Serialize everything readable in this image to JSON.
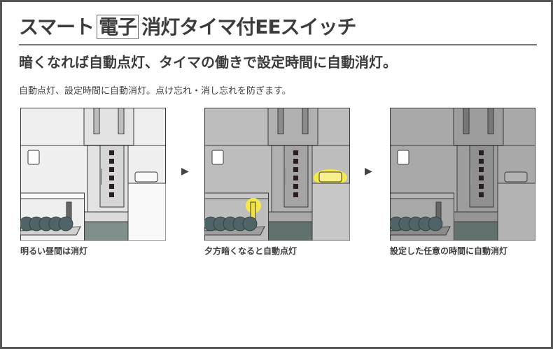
{
  "title": {
    "pre": "スマート",
    "boxed": "電子",
    "post": "消灯タイマ付EEスイッチ"
  },
  "subtitle": "暗くなれば自動点灯、タイマの働きで設定時間に自動消灯。",
  "description": "自動点灯、設定時間に自動消灯。点け忘れ・消し忘れを防ぎます。",
  "arrow": "▶",
  "panels": [
    {
      "caption": "明るい昼間は消灯",
      "state": "day",
      "wall": "#efefef",
      "light_on": false
    },
    {
      "caption": "夕方暗くなると自動点灯",
      "state": "dusk",
      "wall": "#bdbdbd",
      "light_on": true
    },
    {
      "caption": "設定した任意の時間に自動消灯",
      "state": "night",
      "wall": "#a9a9a9",
      "light_on": false
    }
  ],
  "colors": {
    "glow": "#f4e84a",
    "bush": "#4f6466"
  }
}
